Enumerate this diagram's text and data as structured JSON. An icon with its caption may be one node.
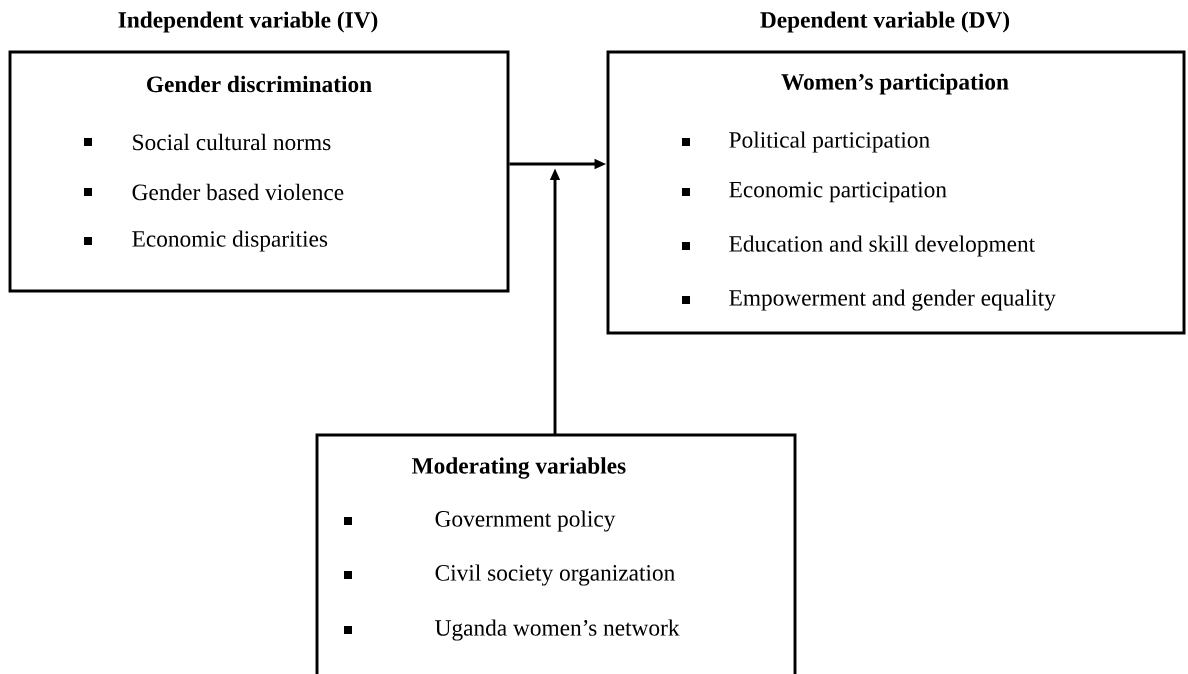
{
  "diagram": {
    "nodes": [
      {
        "text": [
          "Independent variable (IV)",
          "Gender discrimination",
          "Social cultural norms",
          "Gender based violence",
          "Economic disparities"
        ]
      },
      {
        "text": [
          "Dependent variable (DV)",
          "Women’s participation",
          "Political participation",
          "Economic participation",
          "Education and skill development",
          "Empowerment and gender equality"
        ]
      },
      {
        "text": [
          "Moderating variables",
          "Government policy",
          "Civil society organization",
          "Uganda women’s network"
        ]
      }
    ],
    "edges": [
      {
        "from": 0,
        "to": 1,
        "arrow": "to"
      },
      {
        "from": 2,
        "to": null,
        "arrow": "to"
      }
    ]
  }
}
